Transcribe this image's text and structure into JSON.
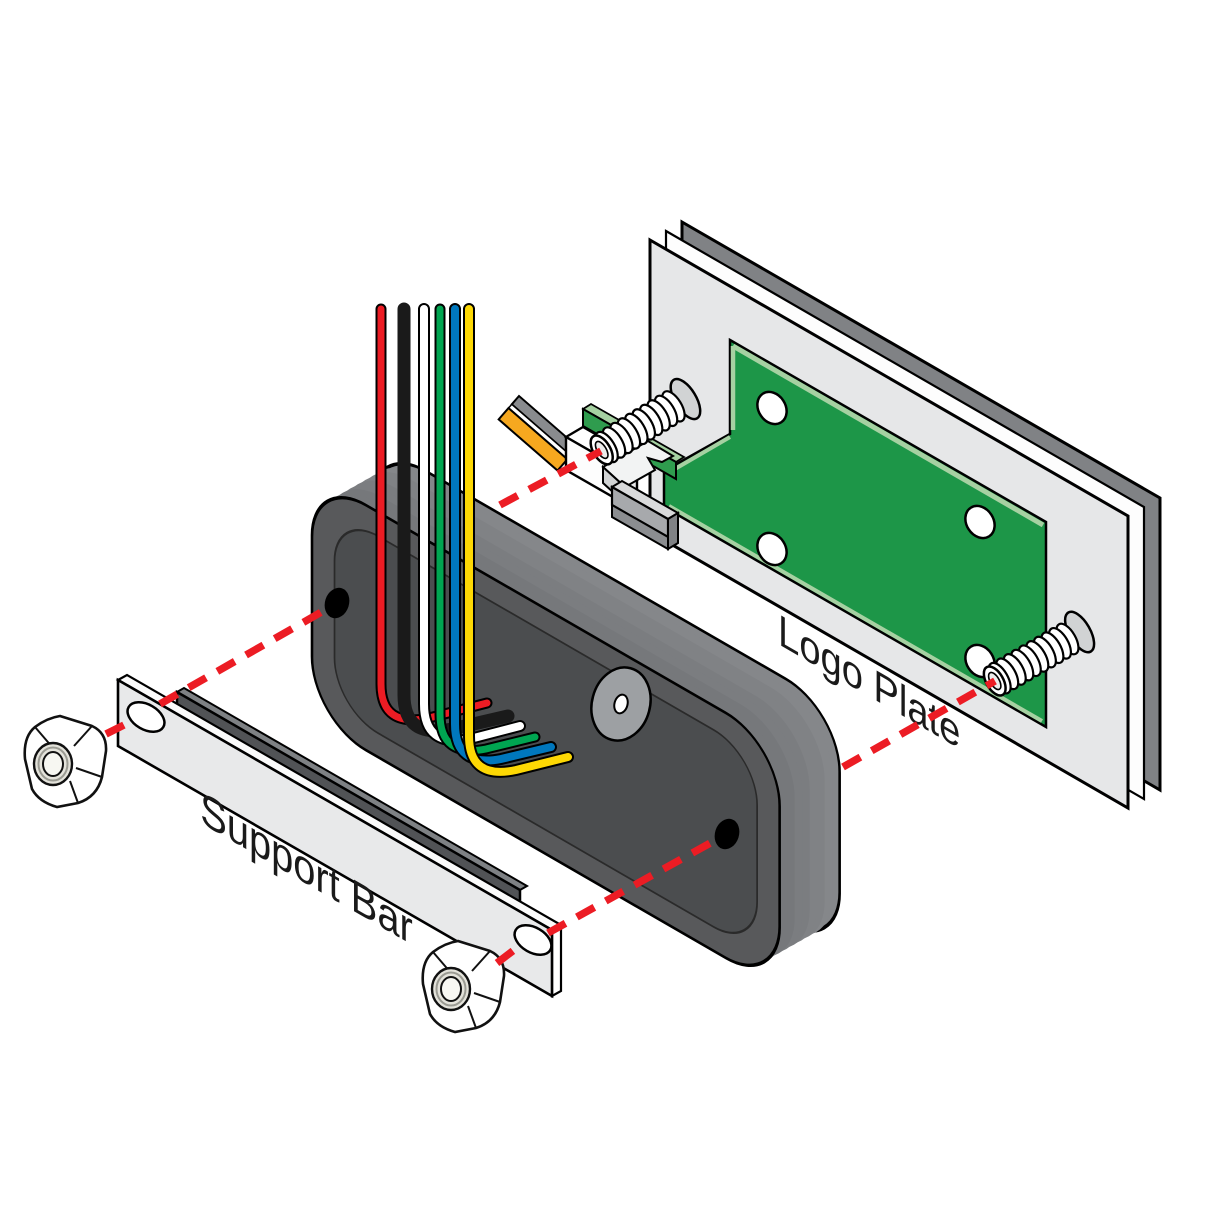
{
  "diagram": {
    "title": "Exploded assembly diagram of card reader with support bar and logo plate",
    "type": "isometric-exploded-view"
  },
  "labels": {
    "support_bar": "Support Bar",
    "logo_plate": "Logo Plate"
  },
  "colors": {
    "alignment_red": "#ec1c24",
    "housing_body": "#58595b",
    "housing_recess": "#4b4d4f",
    "housing_side": "#85878a",
    "panel_face": "#e6e7e8",
    "panel_back_edge": "#808285",
    "pcb_green": "#1d9648",
    "pcb_edge_light": "#a6d1a2",
    "bar_face": "#e8e9ea",
    "foam_strip": "#515356",
    "ribbon_orange": "#f6a81f",
    "ribbon_gray": "#898b8e",
    "screw_head": "#d1d3d4",
    "buzzer_gray": "#9da0a3"
  },
  "wires": {
    "count": 6,
    "items": [
      {
        "name": "red-wire",
        "color": "#ec1c24"
      },
      {
        "name": "black-wire",
        "color": "#1a1a1a"
      },
      {
        "name": "white-wire",
        "color": "#ffffff"
      },
      {
        "name": "green-wire",
        "color": "#00a551"
      },
      {
        "name": "blue-wire",
        "color": "#0077bd"
      },
      {
        "name": "yellow-wire",
        "color": "#fdd804"
      }
    ]
  },
  "parts": {
    "nuts": {
      "count": 2,
      "name": "lock-nut"
    },
    "screws": {
      "count": 2,
      "name": "threaded-stud"
    },
    "pcb_holes": {
      "count": 4
    },
    "housing_holes": {
      "count": 2
    },
    "bar_slots": {
      "count": 2
    },
    "alignment_lines": {
      "count": 2
    }
  }
}
